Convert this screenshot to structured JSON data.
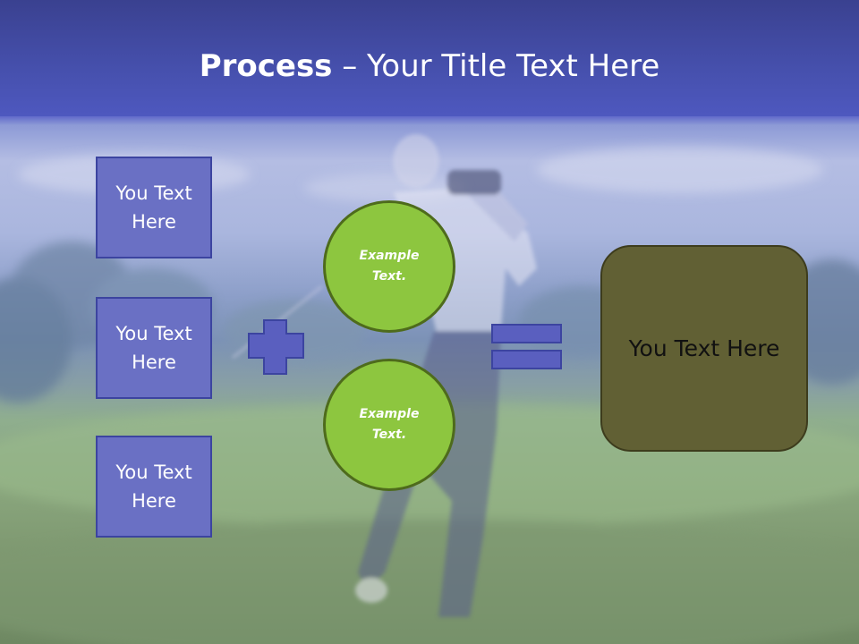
{
  "slide": {
    "title_bold": "Process",
    "title_rest": " – Your Title Text Here",
    "text_boxes": [
      "You Text Here",
      "You Text Here",
      "You Text Here"
    ],
    "circles": [
      "Example Text.",
      "Example Text."
    ],
    "result": "You Text Here",
    "plus_icon": "plus-icon",
    "equals_icon": "equals-icon"
  },
  "colors": {
    "title_bar": "#4650ad",
    "text_box_fill": "#6a70c4",
    "text_box_border": "#3c44a0",
    "circle_fill": "#8dc63f",
    "circle_border": "#4e6b1c",
    "result_fill": "#616034",
    "operator_fill": "#5a5fbf"
  }
}
